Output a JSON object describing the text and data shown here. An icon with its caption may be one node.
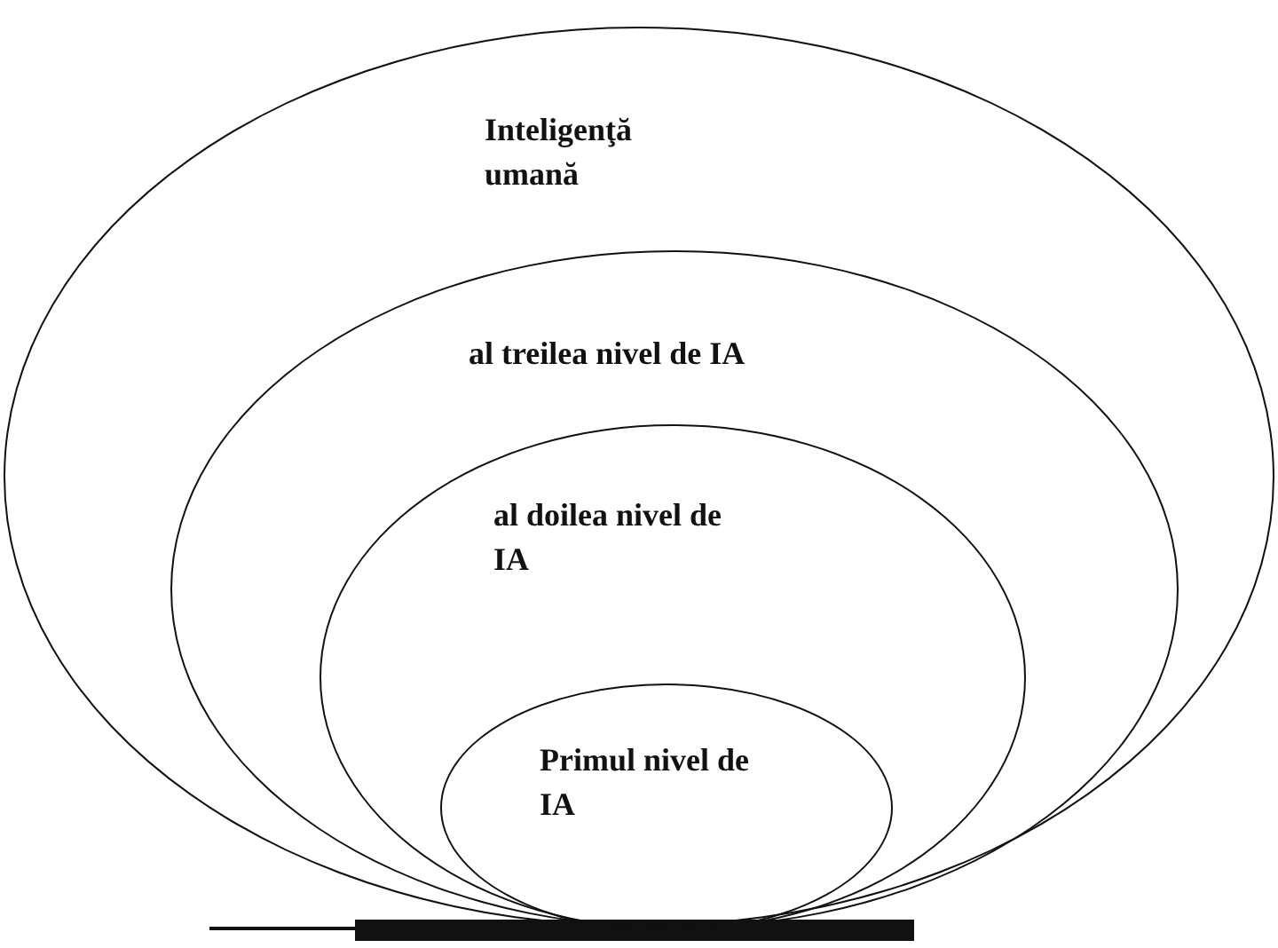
{
  "diagram": {
    "nodes": [
      {
        "text": [
          "Inteligenţă umană"
        ]
      },
      {
        "text": [
          "al treilea nivel de IA"
        ],
        "in": 0
      },
      {
        "text": [
          "al doilea nivel de IA"
        ],
        "in": 1
      },
      {
        "text": [
          "Primul nivel de IA"
        ],
        "in": 2
      }
    ]
  }
}
